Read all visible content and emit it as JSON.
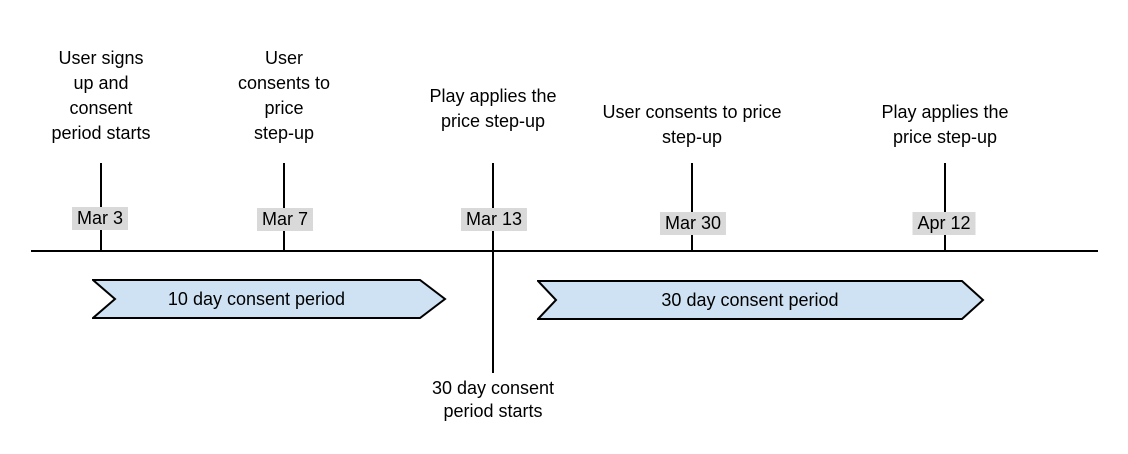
{
  "timeline": {
    "events": [
      {
        "date": "Mar 3",
        "label": "User signs\nup and\nconsent\nperiod starts"
      },
      {
        "date": "Mar 7",
        "label": "User\nconsents to\nprice\nstep-up"
      },
      {
        "date": "Mar 13",
        "label": "Play applies the\nprice step-up"
      },
      {
        "date": "Mar 30",
        "label": "User consents to price\nstep-up"
      },
      {
        "date": "Apr 12",
        "label": "Play applies the\nprice step-up"
      }
    ],
    "periods": [
      {
        "label": "10 day consent period"
      },
      {
        "label": "30 day consent period"
      }
    ],
    "annotation": "30 day consent\nperiod starts",
    "colors": {
      "arrow_fill": "#cfe2f3",
      "arrow_stroke": "#000000",
      "date_chip_bg": "#d9d9d9",
      "line": "#000000",
      "text": "#000000"
    }
  }
}
